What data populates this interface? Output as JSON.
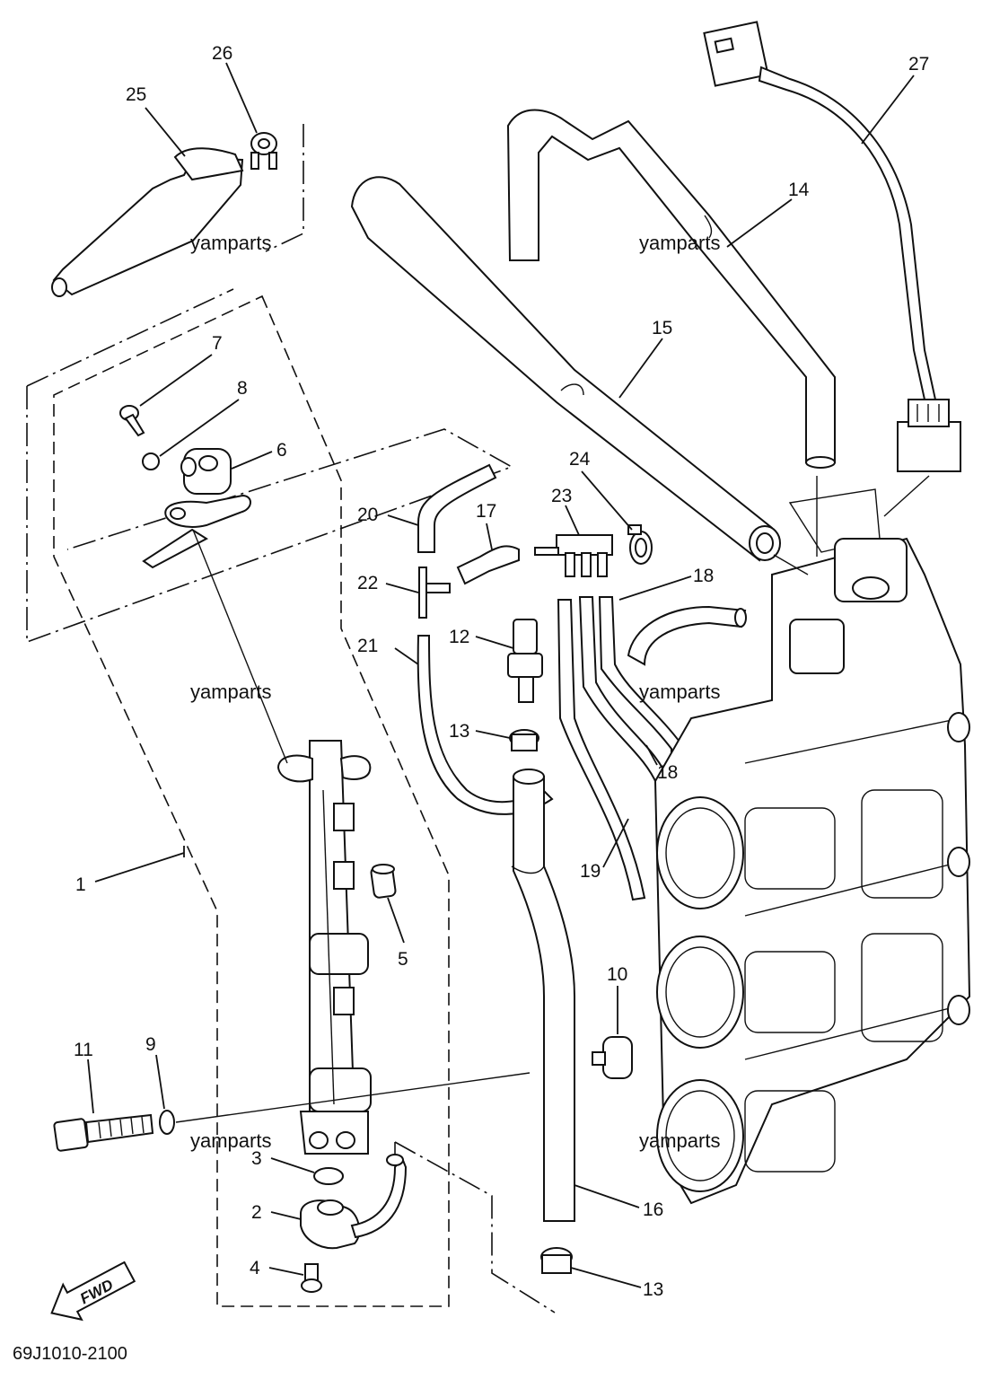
{
  "diagram": {
    "callouts": [
      {
        "num": "1"
      },
      {
        "num": "2"
      },
      {
        "num": "3"
      },
      {
        "num": "4"
      },
      {
        "num": "5"
      },
      {
        "num": "6"
      },
      {
        "num": "7"
      },
      {
        "num": "8"
      },
      {
        "num": "9"
      },
      {
        "num": "10"
      },
      {
        "num": "11"
      },
      {
        "num": "12"
      },
      {
        "num": "13"
      },
      {
        "num": "13"
      },
      {
        "num": "14"
      },
      {
        "num": "15"
      },
      {
        "num": "16"
      },
      {
        "num": "17"
      },
      {
        "num": "18"
      },
      {
        "num": "18"
      },
      {
        "num": "19"
      },
      {
        "num": "20"
      },
      {
        "num": "21"
      },
      {
        "num": "22"
      },
      {
        "num": "23"
      },
      {
        "num": "24"
      },
      {
        "num": "25"
      },
      {
        "num": "26"
      },
      {
        "num": "27"
      }
    ],
    "watermarks": [
      "yamparts",
      "yamparts",
      "yamparts",
      "yamparts",
      "yamparts",
      "yamparts"
    ],
    "fwd_label": "FWD",
    "drawing_code": "69J1010-2100",
    "line_color": "#111111",
    "background": "#ffffff"
  }
}
